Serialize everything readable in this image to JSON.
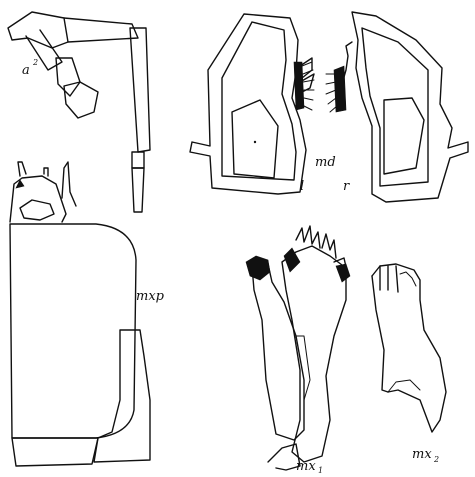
{
  "labels": {
    "antenna_main": "a",
    "antenna_sup": "2",
    "mandible": "md",
    "mandible_left": "l",
    "mandible_right": "r",
    "maxilliped": "mxp",
    "maxilla1_main": "mx",
    "maxilla1_sub": "1",
    "maxilla2_main": "mx",
    "maxilla2_sub": "2"
  },
  "colors": {
    "ink": "#111111",
    "paper": "#ffffff"
  }
}
